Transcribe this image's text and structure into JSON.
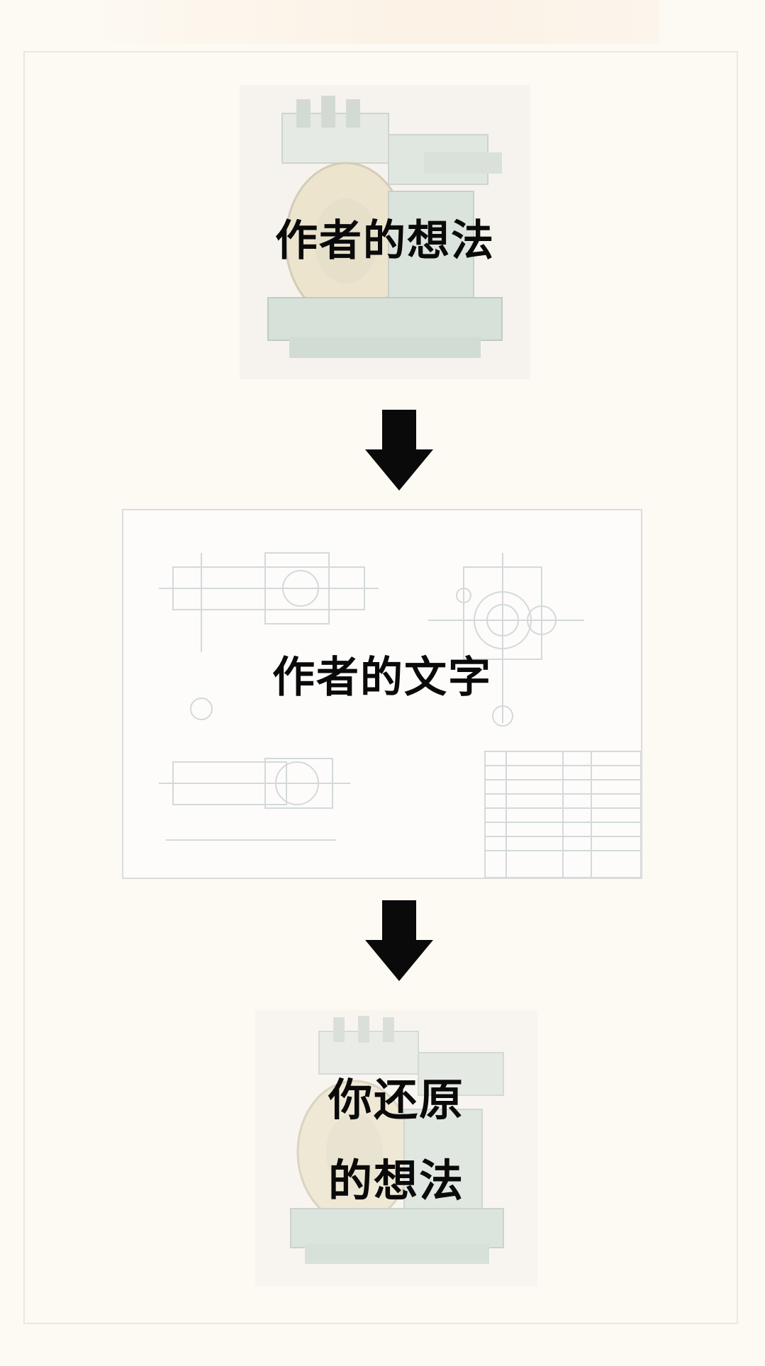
{
  "steps": [
    {
      "label": "作者的想法"
    },
    {
      "label": "作者的文字"
    },
    {
      "label_line1": "你还原",
      "label_line2": "的想法"
    }
  ],
  "colors": {
    "background": "#fdf9f3",
    "frame": "#ece7e0",
    "machine_green": "#c9ddd2",
    "drawing_line": "#d6dde0",
    "text": "#0a0a0a",
    "arrow": "#0a0a0a"
  },
  "icons": {
    "machine_photo": "machine-image-icon",
    "technical_drawing": "technical-drawing-icon",
    "arrow": "arrow-down-icon"
  }
}
